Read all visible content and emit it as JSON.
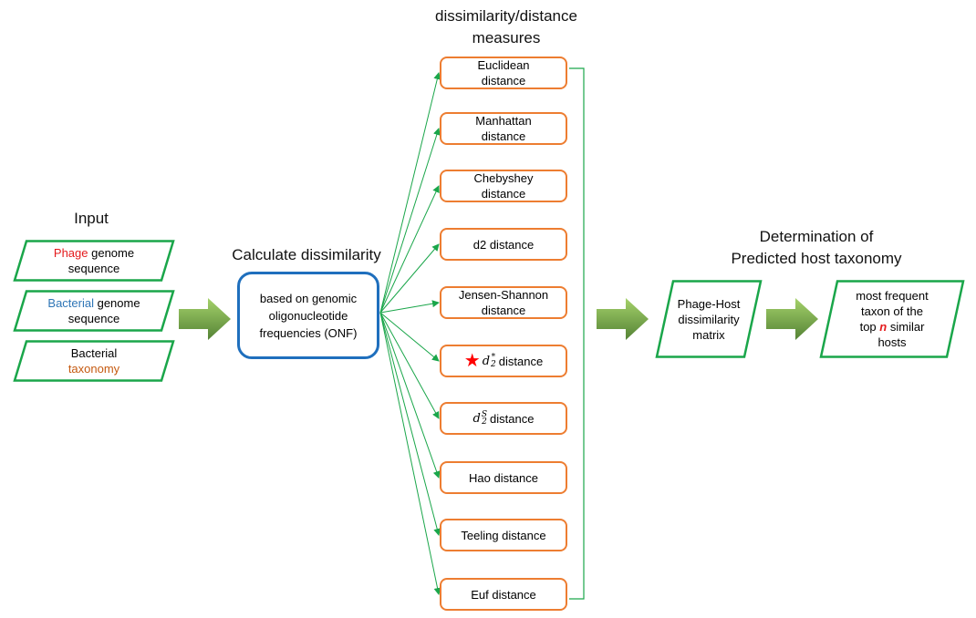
{
  "colors": {
    "input_border": "#1aa64a",
    "measure_border": "#ed7d31",
    "onf_border": "#1f6fbd",
    "connector": "#1aa64a",
    "arrow_fill_top": "#9ccc65",
    "arrow_fill_bottom": "#5a8a32",
    "highlight_red": "#e41a1c",
    "phage_red": "#e41a1c",
    "bacterial_blue": "#2e75b6",
    "taxonomy_brown": "#c55a11"
  },
  "input": {
    "heading": "Input",
    "items": [
      {
        "highlight": "Phage",
        "rest": " genome",
        "line2": "sequence"
      },
      {
        "highlight": "Bacterial",
        "rest": " genome",
        "line2": "sequence"
      },
      {
        "line1": "Bacterial",
        "highlight": "taxonomy"
      }
    ]
  },
  "calculate": {
    "heading": "Calculate dissimilarity",
    "lines": [
      "based on genomic",
      "oligonucleotide",
      "frequencies (ONF)"
    ]
  },
  "measures": {
    "heading_line1": "dissimilarity/distance",
    "heading_line2": "measures",
    "items": [
      {
        "line1": "Euclidean",
        "line2": "distance"
      },
      {
        "line1": "Manhattan",
        "line2": "distance"
      },
      {
        "line1": "Chebyshey",
        "line2": "distance"
      },
      {
        "line1": "d2 distance"
      },
      {
        "line1": "Jensen-Shannon",
        "line2": "distance"
      },
      {
        "math_base": "d",
        "math_sub": "2",
        "math_sup": "*",
        "suffix": "distance",
        "starred": true,
        "star_icon": "★"
      },
      {
        "math_base": "d",
        "math_sub": "2",
        "math_sup": "S",
        "suffix": "distance"
      },
      {
        "line1": "Hao distance"
      },
      {
        "line1": "Teeling distance"
      },
      {
        "line1": "Euf distance"
      }
    ]
  },
  "determination": {
    "heading_line1": "Determination of",
    "heading_line2": "Predicted host taxonomy",
    "matrix_lines": [
      "Phage-Host",
      "dissimilarity",
      "matrix"
    ],
    "result": {
      "line1": "most frequent",
      "line2": "taxon of the",
      "line3_pre": "top ",
      "line3_var": "n",
      "line3_post": " similar",
      "line4": "hosts"
    }
  }
}
